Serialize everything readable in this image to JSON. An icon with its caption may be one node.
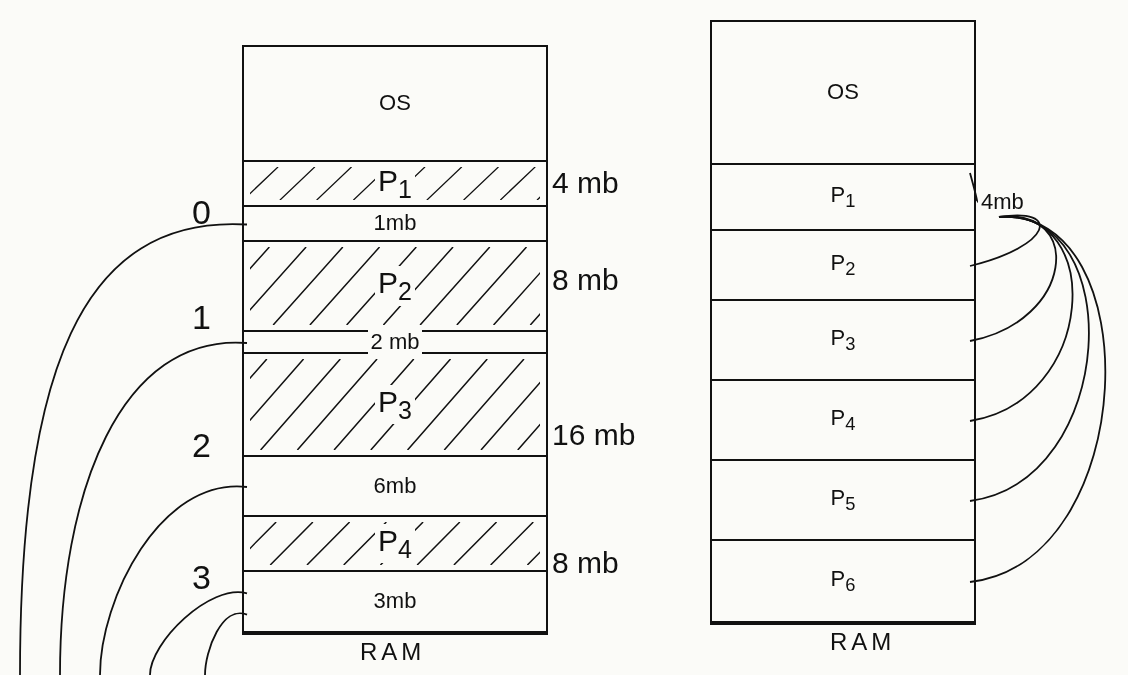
{
  "diagram": {
    "nodes": [
      {
        "text": [],
        "shape": "box",
        "beside": [
          "RAM"
        ]
      },
      {
        "text": [
          "OS"
        ],
        "in": 0
      },
      {
        "text": [
          "P$_{1}$"
        ],
        "in": 0,
        "beside": [
          "4 mb"
        ]
      },
      {
        "text": [
          "1mb"
        ],
        "in": 0
      },
      {
        "text": [
          "P$_{2}$"
        ],
        "in": 0,
        "beside": [
          "8 mb"
        ]
      },
      {
        "text": [
          "2 mb"
        ],
        "in": 0
      },
      {
        "text": [
          "P$_{3}$"
        ],
        "in": 0,
        "beside": [
          "16 mb"
        ]
      },
      {
        "text": [
          "6mb"
        ],
        "in": 0
      },
      {
        "text": [
          "P$_{4}$"
        ],
        "in": 0,
        "beside": [
          "8 mb"
        ]
      },
      {
        "text": [
          "3mb"
        ],
        "in": 0
      },
      {
        "text": [],
        "shape": "box",
        "beside": [
          "RAM"
        ]
      },
      {
        "text": [
          "OS"
        ],
        "in": 10
      },
      {
        "text": [
          "P$_{1}$"
        ],
        "in": 10
      },
      {
        "text": [
          "P$_{2}$"
        ],
        "in": 10
      },
      {
        "text": [
          "P$_{3}$"
        ],
        "in": 10
      },
      {
        "text": [
          "P$_{4}$"
        ],
        "in": 10
      },
      {
        "text": [
          "P$_{5}$"
        ],
        "in": 10
      },
      {
        "text": [
          "P$_{6}$"
        ],
        "in": 10
      },
      {
        "text": [
          "4mb"
        ]
      }
    ],
    "edges": [
      {
        "from": 3,
        "to": null,
        "arrow": "none"
      },
      {
        "from": 5,
        "to": null,
        "arrow": "none"
      },
      {
        "from": 7,
        "to": null,
        "arrow": "none"
      },
      {
        "from": 9,
        "to": null,
        "arrow": "none"
      },
      {
        "from": 9,
        "to": null,
        "arrow": "none"
      },
      {
        "from": 18,
        "to": 12,
        "arrow": "none"
      },
      {
        "from": 18,
        "to": 13,
        "arrow": "none"
      },
      {
        "from": 18,
        "to": 14,
        "arrow": "none"
      },
      {
        "from": 18,
        "to": 15,
        "arrow": "none"
      },
      {
        "from": 18,
        "to": 16,
        "arrow": "none"
      },
      {
        "from": 18,
        "to": 17,
        "arrow": "none"
      }
    ],
    "labels": [
      "0",
      "1",
      "2",
      "3"
    ]
  }
}
